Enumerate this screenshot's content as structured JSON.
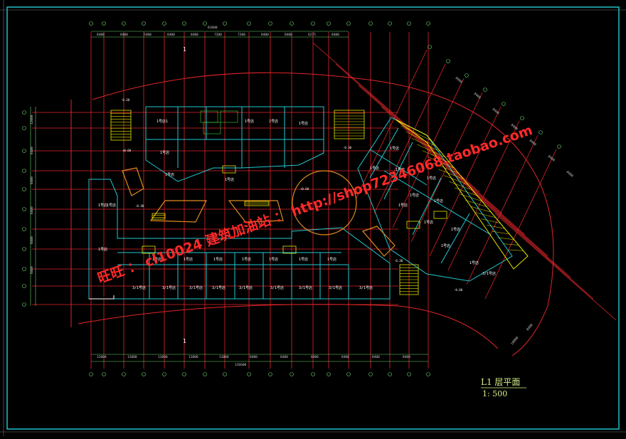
{
  "drawing": {
    "title": "L1  层平面",
    "scale": "1:  500",
    "section_marks": [
      "1",
      "1"
    ]
  },
  "watermark": {
    "line1": "旺旺 ： cl10024  建筑加油站 ： http://shop72346068.taobao.com",
    "url": "http://shop72346068.taobao.com"
  },
  "dimensions": {
    "top_overall": "81600",
    "top_segments": [
      "8400",
      "8400",
      "5400",
      "8400",
      "8400",
      "7200",
      "7200",
      "8400",
      "8400",
      "6275",
      "8400"
    ],
    "bottom_overall": "126600",
    "bottom_segments": [
      "12000",
      "12000",
      "12000",
      "12000",
      "13800",
      "8400",
      "8400",
      "8400",
      "8400",
      "8400",
      "8400"
    ],
    "left_segments": [
      "12000",
      "8400",
      "8400",
      "8400",
      "8400",
      "8400"
    ],
    "right_segments": [
      "8400",
      "8400",
      "8400",
      "8400",
      "8400",
      "8400",
      "8400"
    ],
    "diagonal_bottom": [
      "10800",
      "8400"
    ]
  },
  "levels": {
    "stair_tl": "-0.30",
    "stair_tl2": "+0.60",
    "stair_tr": "-0.30",
    "circle_plaza": "+0.60",
    "left_mid": "-0.30",
    "right_bottom": "-0.30",
    "far_bottom_right": "-0.60"
  },
  "shops": {
    "upper_left": [
      "1号店1",
      "1号店",
      "1号店"
    ],
    "upper_row": [
      "1号店",
      "1号店",
      "1号店"
    ],
    "left_col": [
      "1号店",
      "1号店"
    ],
    "mid_row": [
      "1号店",
      "1号店",
      "1号店",
      "1号店",
      "1号店",
      "1号店",
      "1号店",
      "1号店"
    ],
    "bottom_row": [
      "3/1号店",
      "3/1号店",
      "3/1号店",
      "3/1号店",
      "3/1号店",
      "3/1号店",
      "3/1号店",
      "3/1号店",
      "3/1号店"
    ],
    "right_wing": [
      "1号店",
      "1号店",
      "1号店",
      "1号店",
      "1号店",
      "1号店",
      "1号店",
      "1号店",
      "1号店",
      "1号店",
      "3/1号店"
    ],
    "small": [
      "1号店",
      "1号店"
    ]
  },
  "colors": {
    "frame": "#1fbfc8",
    "grid": "#e0262a",
    "wall": "#22c7cf",
    "stair": "#e6e600",
    "orange": "#e08a20",
    "dim": "#6ed36e",
    "watermark": "#ff2a2a"
  }
}
